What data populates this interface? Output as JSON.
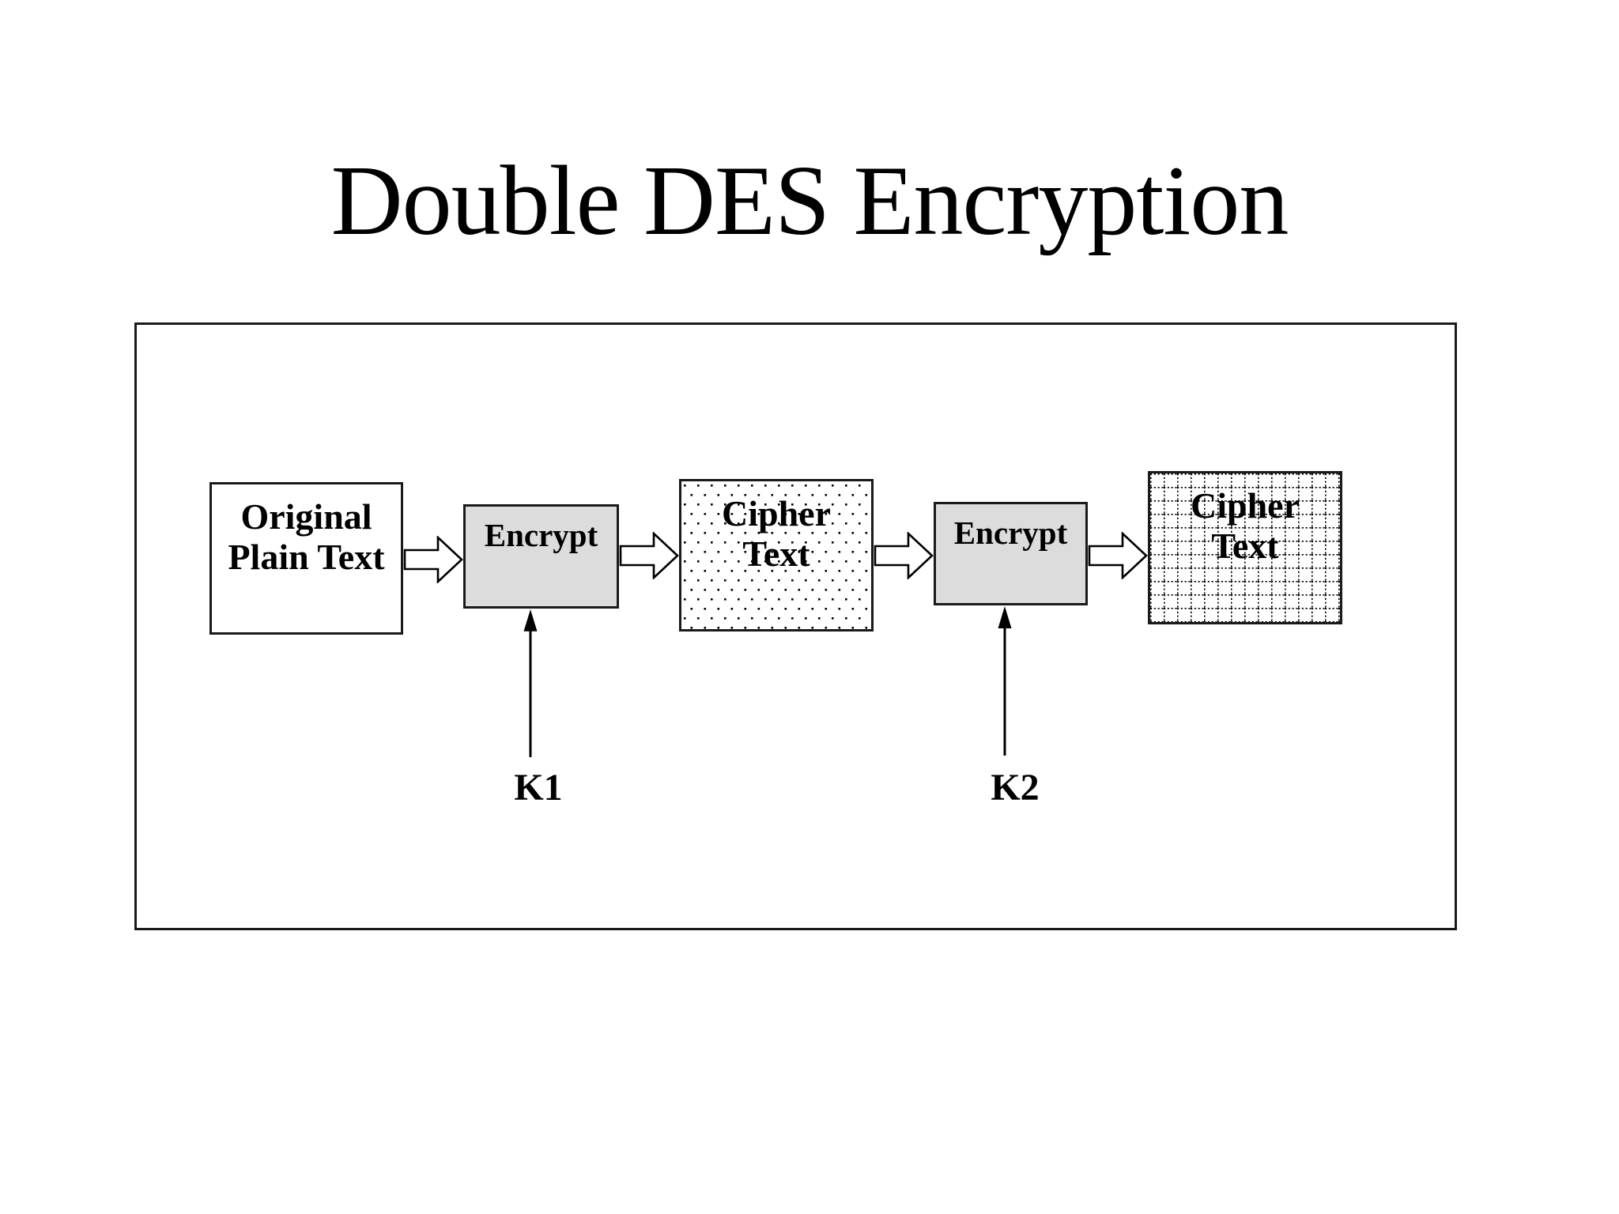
{
  "slide": {
    "title": "Double DES Encryption"
  },
  "diagram": {
    "boxes": {
      "original": {
        "line1": "Original",
        "line2": "Plain Text"
      },
      "encrypt1": {
        "label": "Encrypt"
      },
      "cipher1": {
        "line1": "Cipher",
        "line2": "Text"
      },
      "encrypt2": {
        "label": "Encrypt"
      },
      "cipher2": {
        "line1": "Cipher",
        "line2": "Text"
      }
    },
    "keys": {
      "k1": "K1",
      "k2": "K2"
    },
    "colors": {
      "encrypt_box_fill": "#dcdcdc",
      "line_color": "#000000",
      "slide_background": "#ffffff"
    }
  }
}
